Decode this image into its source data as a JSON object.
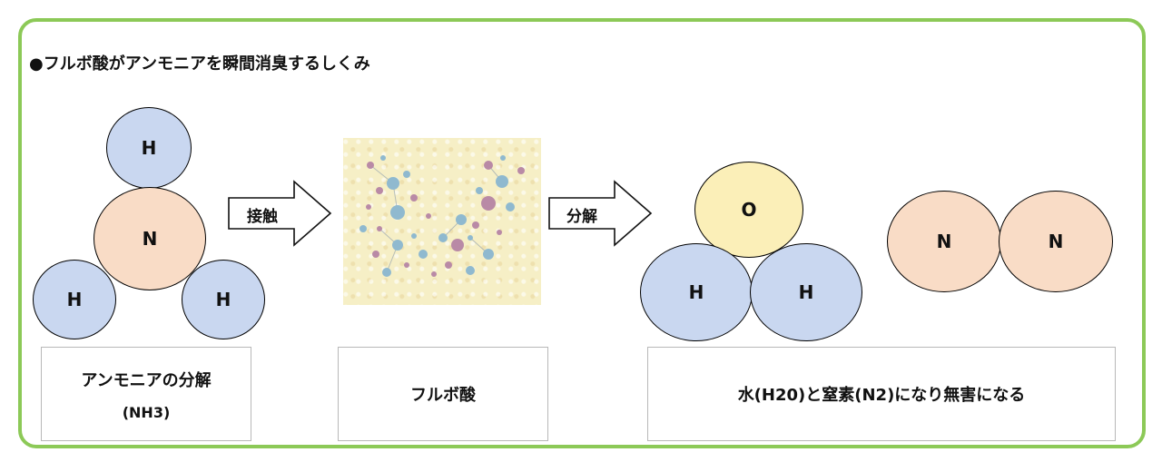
{
  "title": "●フルボ酸がアンモニアを瞬間消臭するしくみ",
  "colors": {
    "frame": "#8cc957",
    "hydrogen": "#c9d7f0",
    "nitrogen": "#f9dcc6",
    "oxygen": "#fbefb8",
    "molecule_blue": "#8fb9cf",
    "molecule_pink": "#b98aa6"
  },
  "ammonia": {
    "n": "N",
    "h1": "H",
    "h2": "H",
    "h3": "H"
  },
  "arrow1": {
    "label": "接触"
  },
  "arrow2": {
    "label": "分解"
  },
  "water": {
    "o": "O",
    "h1": "H",
    "h2": "H"
  },
  "nitrogen": {
    "n1": "N",
    "n2": "N"
  },
  "boxes": {
    "ammonia": {
      "line1": "アンモニアの分解",
      "line2": "(NH3)"
    },
    "fulvic": {
      "label": "フルボ酸"
    },
    "result": {
      "label": "水(H20)と窒素(N2)になり無害になる"
    }
  }
}
